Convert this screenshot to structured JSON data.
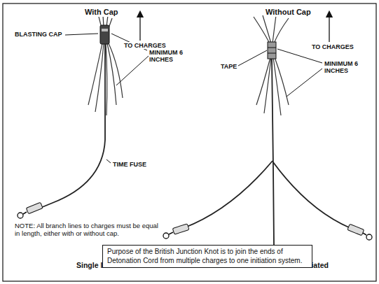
{
  "diagram": {
    "nodes": [
      {
        "text": [
          "Purpose of the British Junction Knot is to join the ends of Detonation Cord from multiple charges to one initiation system."
        ]
      }
    ],
    "labels": [
      "With Cap",
      "Without Cap",
      "BLASTING CAP",
      "TO CHARGES",
      "MINIMUM 6 INCHES",
      "TO CHARGES",
      "TAPE",
      "MINIMUM 6 INCHES",
      "TIME FUSE",
      "NOTE: All branch lines to charges must be equal in length, either with or without cap.",
      "Single Initiated",
      "Dual Initiated"
    ]
  }
}
